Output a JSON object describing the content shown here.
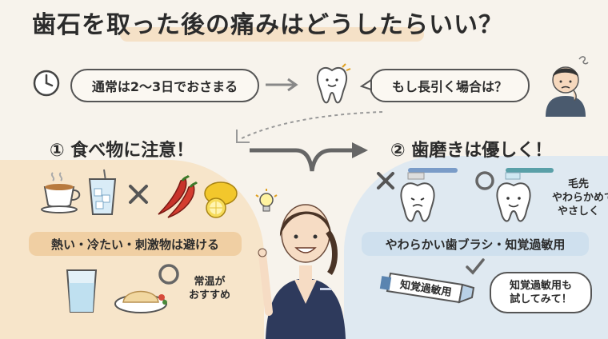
{
  "title": "歯石を取った後の痛みはどうしたらいい？",
  "normal_pill": "通常は2〜3日でおさまる",
  "question_bubble": "もし長引く場合は？",
  "section1": {
    "heading": "① 食べ物に注意！",
    "avoid_band": "熱い・冷たい・刺激物は避ける",
    "recommend": [
      "常温が",
      "おすすめ"
    ]
  },
  "section2": {
    "heading": "② 歯磨きは優しく！",
    "brush_note": [
      "毛先",
      "やわらかめで",
      "やさしく"
    ],
    "band": "やわらかい歯ブラシ・知覚過敏用",
    "toothpaste_label": "知覚過敏用",
    "bubble": [
      "知覚過敏用も",
      "試してみて！"
    ]
  },
  "colors": {
    "accent_orange": "#f3d9b8",
    "accent_blue": "#cfe0ee",
    "red_pepper": "#c8322a",
    "lemon": "#f2c72c",
    "scrubs": "#2e3a5c"
  },
  "icons": [
    "clock-icon",
    "tooth-icon",
    "worried-man-icon",
    "coffee-cup-icon",
    "ice-water-icon",
    "cross-icon",
    "chili-pepper-icon",
    "lemon-icon",
    "water-glass-icon",
    "rice-plate-icon",
    "circle-ok-icon",
    "lightbulb-icon",
    "toothbrush-icon",
    "toothpaste-icon",
    "check-icon",
    "dental-hygienist-icon"
  ]
}
